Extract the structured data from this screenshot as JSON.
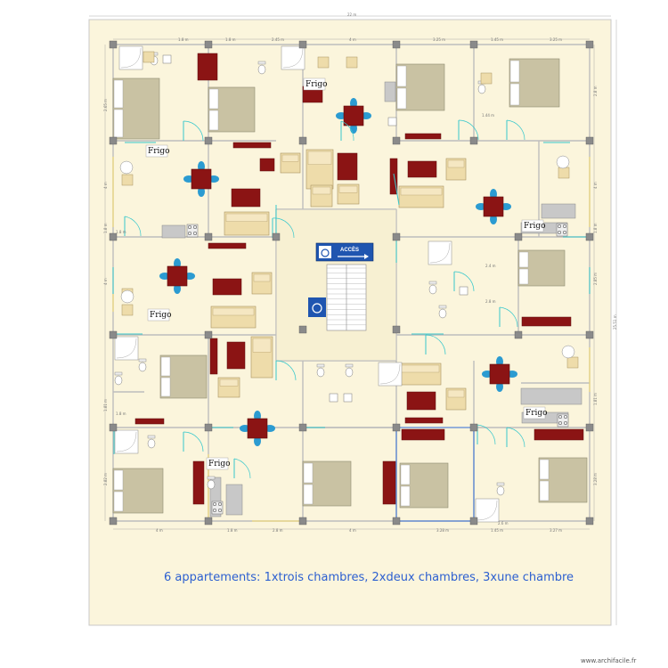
{
  "plan": {
    "title_line": "6 appartements: 1xtrois chambres, 2xdeux chambres, 3xune chambre",
    "watermark": "www.archifacile.fr",
    "overall_width_label": "22 m",
    "overall_height_label": "25.51 m",
    "fridge_label": "Frigo",
    "access_label": "ACCÈS",
    "top_dims": [
      "1.8 m",
      "1.8 m",
      "2.45 m",
      "4 m",
      "3.25 m",
      "1.45 m",
      "3.25 m"
    ],
    "bottom_dims": [
      "4 m",
      "1.8 m",
      "2.8 m",
      "4 m",
      "3.28 m",
      "1.45 m",
      "3.27 m"
    ],
    "left_dims": [
      "2.65 m",
      "4 m",
      "1.8 m",
      "4 m",
      "1.81 m",
      "2.82 m"
    ],
    "right_dims": [
      "2.8 m",
      "4 m",
      "1.8 m",
      "2.85 m",
      "1.81 m",
      "3.28 m"
    ],
    "inner_dims": [
      "1.8 m",
      "1.44 m",
      "2.4 m",
      "2.8 m",
      "1.8 m",
      "2.6 m"
    ],
    "colors": {
      "background": "#fbf5dc",
      "wall": "#bdbdbd",
      "door": "#37c8cc",
      "furniture_red": "#8b1414",
      "sofa": "#eedcaa",
      "bed_grey": "#c9c2a3",
      "chair_blue": "#2b9bd1",
      "pillar": "#8a8a8a",
      "sign_blue": "#1f55b0"
    },
    "icons": [
      "wheelchair-icon",
      "arrow-right-icon",
      "stair-icon",
      "bed-icon",
      "sofa-icon",
      "toilet-icon",
      "sink-icon",
      "shower-icon",
      "stove-icon",
      "fridge-icon",
      "table-icon",
      "chair-icon",
      "door-swing-icon",
      "pillar-icon"
    ]
  }
}
